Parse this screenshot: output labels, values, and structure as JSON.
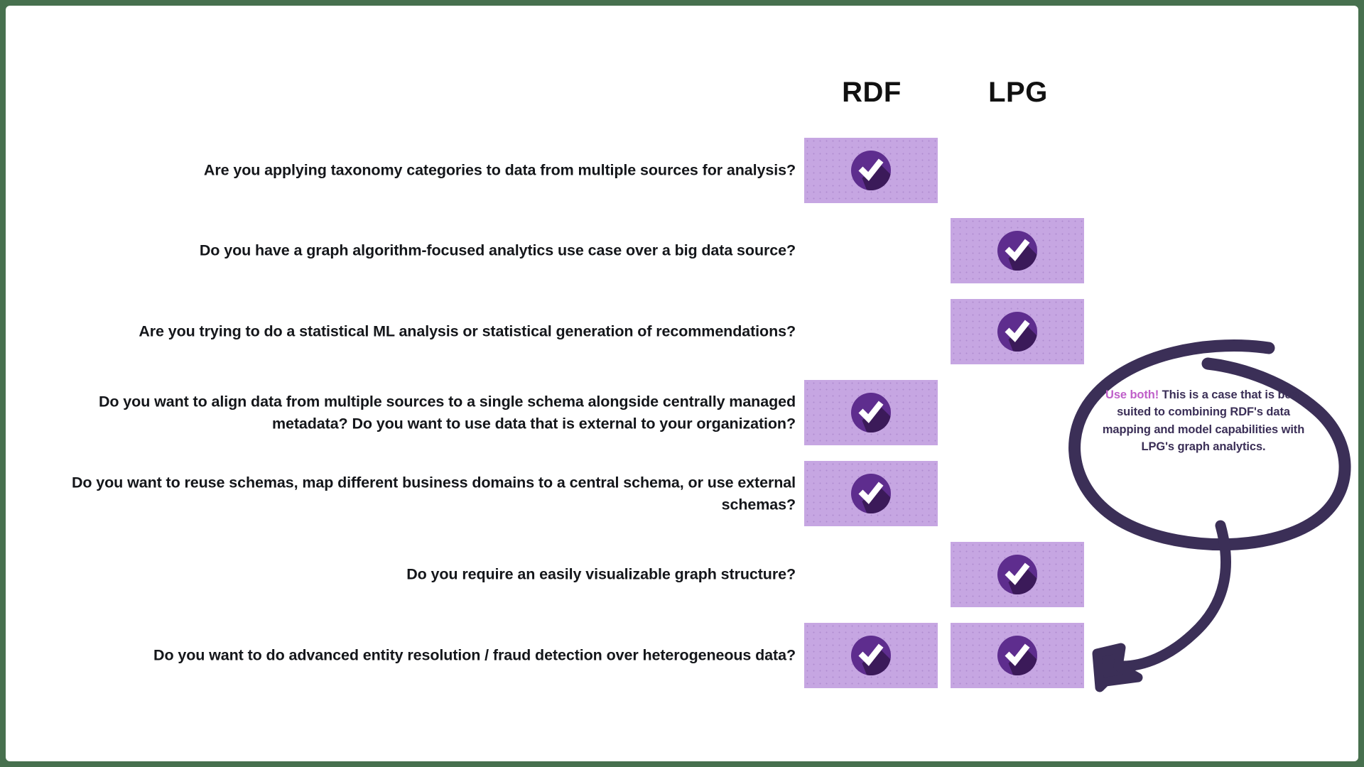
{
  "theme": {
    "page_background": "#47704E",
    "card_background": "#FFFFFF",
    "cell_fill": "#C6A6E2",
    "badge_circle": "#5E2D8E",
    "badge_shadow": "#3B1A59",
    "badge_tick": "#FFFFFF",
    "annotation_stroke": "#3B2F57",
    "annotation_accent": "#BF5FC9",
    "question_text": "#14161A",
    "header_text": "#111111"
  },
  "columns": [
    {
      "id": "rdf",
      "label": "RDF"
    },
    {
      "id": "lpg",
      "label": "LPG"
    }
  ],
  "rows": [
    {
      "question": "Are you applying taxonomy categories to data from multiple sources for analysis?",
      "rdf": true,
      "lpg": false
    },
    {
      "question": "Do you have a graph algorithm-focused analytics use case over a big data source?",
      "rdf": false,
      "lpg": true
    },
    {
      "question": "Are you trying to do a statistical ML analysis or statistical generation of recommendations?",
      "rdf": false,
      "lpg": true
    },
    {
      "question": "Do you want to align data from multiple sources to a single schema alongside centrally managed metadata? Do you want to use data that is external to your organization?",
      "rdf": true,
      "lpg": false
    },
    {
      "question": "Do you want to reuse schemas, map different business domains to a central schema, or use external schemas?",
      "rdf": true,
      "lpg": false
    },
    {
      "question": "Do you require an easily visualizable graph structure?",
      "rdf": false,
      "lpg": true
    },
    {
      "question": "Do you want to do advanced entity resolution / fraud detection over heterogeneous data?",
      "rdf": true,
      "lpg": true
    }
  ],
  "annotation": {
    "lead": "Use both!",
    "body": " This is a case that is best suited to combining RDF's data mapping and model capabilities with LPG's graph analytics.",
    "full_text": "Use both! This is a case that is best suited to combining RDF's data mapping and model capabilities with LPG's graph analytics.",
    "points_to_row_index": 6
  },
  "icons": {
    "check": "check-circle-icon"
  }
}
